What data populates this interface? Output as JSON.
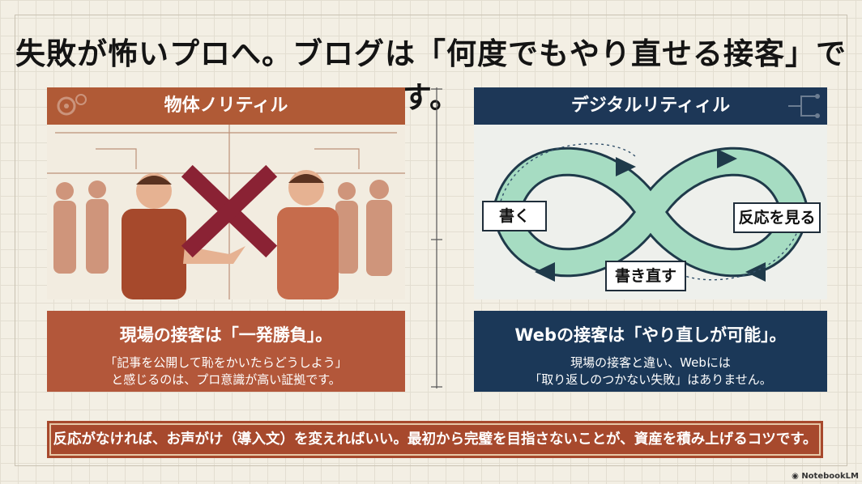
{
  "title": "失敗が怖いプロへ。ブログは「何度でもやり直せる接客」です。",
  "left": {
    "header": "物体ノリティル",
    "heading": "現場の接客は「一発勝負」。",
    "body_line1": "「記事を公開して恥をかいたらどうしよう」",
    "body_line2": "と感じるのは、プロ意識が高い証拠です。"
  },
  "right": {
    "header": "デジタルリティィル",
    "steps": [
      "書く",
      "反応を見る",
      "書き直す"
    ],
    "heading": "Webの接客は「やり直しが可能」。",
    "body_line1": "現場の接客と違い、Webには",
    "body_line2": "「取り返しのつかない失敗」はありません。"
  },
  "footer": "反応がなければ、お声がけ（導入文）を変えればいい。最初から完璧を目指さないことが、資産を積み上げるコツです。",
  "watermark": "NotebookLM",
  "colors": {
    "brown": "#b05a36",
    "navy": "#1d3757",
    "teal": "#9fd3b8",
    "cross": "#8a2234"
  }
}
